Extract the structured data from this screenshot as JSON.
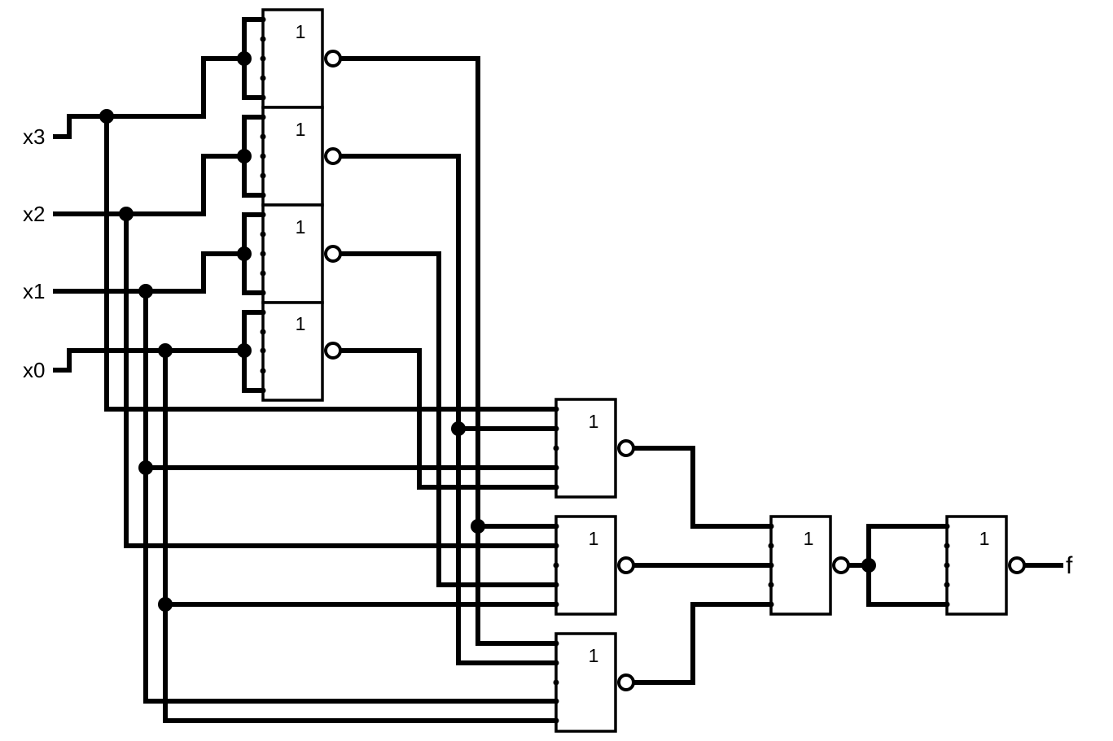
{
  "inputs": {
    "x3": "x3",
    "x2": "x2",
    "x1": "x1",
    "x0": "x0"
  },
  "output": {
    "f": "f"
  },
  "gates": {
    "inv3": "1",
    "inv2": "1",
    "inv1": "1",
    "inv0": "1",
    "nor1": "1",
    "nor2": "1",
    "nor3": "1",
    "nor_final": "1",
    "inverter_out": "1"
  }
}
